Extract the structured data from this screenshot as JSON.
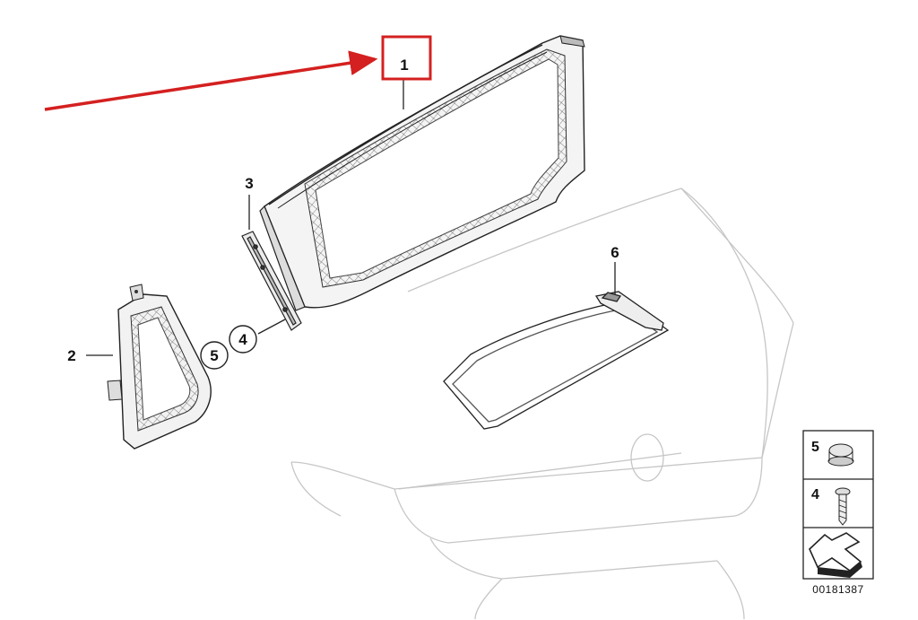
{
  "callouts": {
    "c1": "1",
    "c2": "2",
    "c3": "3",
    "c4": "4",
    "c5": "5",
    "c6": "6"
  },
  "legend": {
    "item5": "5",
    "item4": "4"
  },
  "doc_number": "00181387",
  "colors": {
    "highlight": "#d42020",
    "line": "#222222",
    "ghost": "#c8c8c8"
  }
}
